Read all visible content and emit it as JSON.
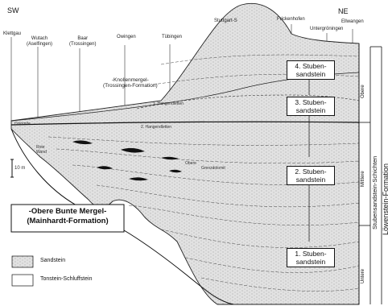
{
  "direction": {
    "left": "SW",
    "right": "NE"
  },
  "localities": [
    "Klettgau",
    "Wutach (Aselfingen)",
    "Baar (Trossingen)",
    "Owingen",
    "Tübingen",
    "Stuttgart-S",
    "Frickenhofen",
    "Untergröningen",
    "Ellwangen"
  ],
  "locality_lines": [
    [
      "Klettgau"
    ],
    [
      "Wutach",
      "(Aselfingen)"
    ],
    [
      "Baar",
      "(Trossingen)"
    ],
    [
      "Owingen"
    ],
    [
      "Tübingen"
    ],
    [
      "Stuttgart-S"
    ],
    [
      "Frickenhofen"
    ],
    [
      "Untergröningen"
    ],
    [
      "Ellwangen"
    ]
  ],
  "knollenmergel": [
    "-Knollenmergel-",
    "(Trossingen-Formation)"
  ],
  "sandstone_units": [
    {
      "lines": [
        "4. Stuben-",
        "sandstein"
      ]
    },
    {
      "lines": [
        "3. Stuben-",
        "sandstein"
      ]
    },
    {
      "lines": [
        "2. Stuben-",
        "sandstein"
      ]
    },
    {
      "lines": [
        "1. Stuben-",
        "sandstein"
      ]
    }
  ],
  "bunte_mergel": [
    "-Obere Bunte Mergel-",
    "(Mainhardt-Formation)"
  ],
  "side_labels": {
    "obere": "Obere",
    "mittlere": "Mittlere",
    "untere": "Untere",
    "schichten": "Stubensandstein-Schichten",
    "formation": "Löwenstein-Formation"
  },
  "scale_label": "10 m",
  "small_labels": {
    "dolomite": "Dolomite",
    "rote_wand": [
      "Rote",
      "Wand"
    ],
    "hangendletten": "2. Hangendletten",
    "hangendletten_upper": "1. Hangendletten",
    "obere_gr": "Obere",
    "grenzdolomit": "Grenzdolomit"
  },
  "legend": [
    {
      "label": "Sandstein",
      "fill": "#d6d6d6"
    },
    {
      "label": "Tonstein-Schluffstein",
      "fill": "#ffffff"
    }
  ]
}
